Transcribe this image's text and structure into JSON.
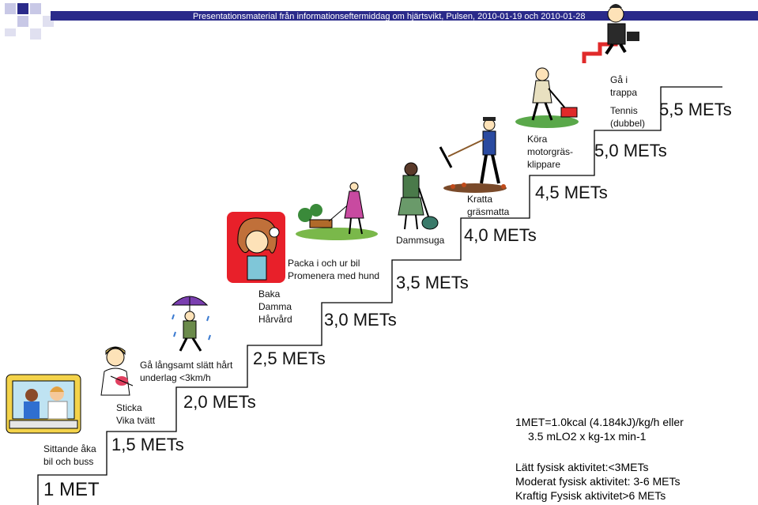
{
  "header": {
    "title": "Presentationsmaterial från informationseftermiddag om hjärtsvikt, Pulsen, 2010-01-19 och 2010-01-28",
    "bar_color": "#2a2a8a"
  },
  "steps": [
    {
      "level": "1 MET",
      "activities": [
        "Sittande åka",
        "bil och buss"
      ]
    },
    {
      "level": "1,5 METs",
      "activities": [
        "Sticka",
        "Vika tvätt"
      ]
    },
    {
      "level": "2,0  METs",
      "activities": [
        "Gå långsamt slätt hårt",
        "underlag <3km/h"
      ]
    },
    {
      "level": "2,5 METs",
      "activities": [
        "Baka",
        "Damma",
        "Hårvård"
      ]
    },
    {
      "level": "3,0 METs",
      "activities": [
        "Packa i och ur bil",
        "Promenera med hund"
      ]
    },
    {
      "level": "3,5 METs",
      "activities": [
        "Dammsuga"
      ]
    },
    {
      "level": "4,0 METs",
      "activities": [
        "Kratta",
        "gräsmatta"
      ]
    },
    {
      "level": "4,5 METs",
      "activities": [
        "Köra",
        "motorgräs-",
        "klippare"
      ]
    },
    {
      "level": "5,0 METs",
      "activities": [
        "Tennis",
        "(dubbel)"
      ]
    },
    {
      "level": "5,5 METs",
      "activities": [
        "Gå i",
        "trappa"
      ]
    }
  ],
  "footer": {
    "definition": [
      "1MET=1.0kcal (4.184kJ)/kg/h eller",
      "3.5 mLO2 x kg-1x min-1"
    ],
    "levels": [
      "Lätt fysisk aktivitet:<3METs",
      "Moderat fysisk aktivitet: 3-6 METs",
      "Kraftig Fysisk aktivitet>6 METs"
    ]
  },
  "clipart": [
    "bus-passengers-icon",
    "knitting-person-icon",
    "umbrella-walker-icon",
    "hair-combing-woman-icon",
    "dog-walker-icon",
    "vacuuming-woman-icon",
    "raking-man-icon",
    "lawnmower-man-icon",
    "stair-climbing-man-icon"
  ]
}
